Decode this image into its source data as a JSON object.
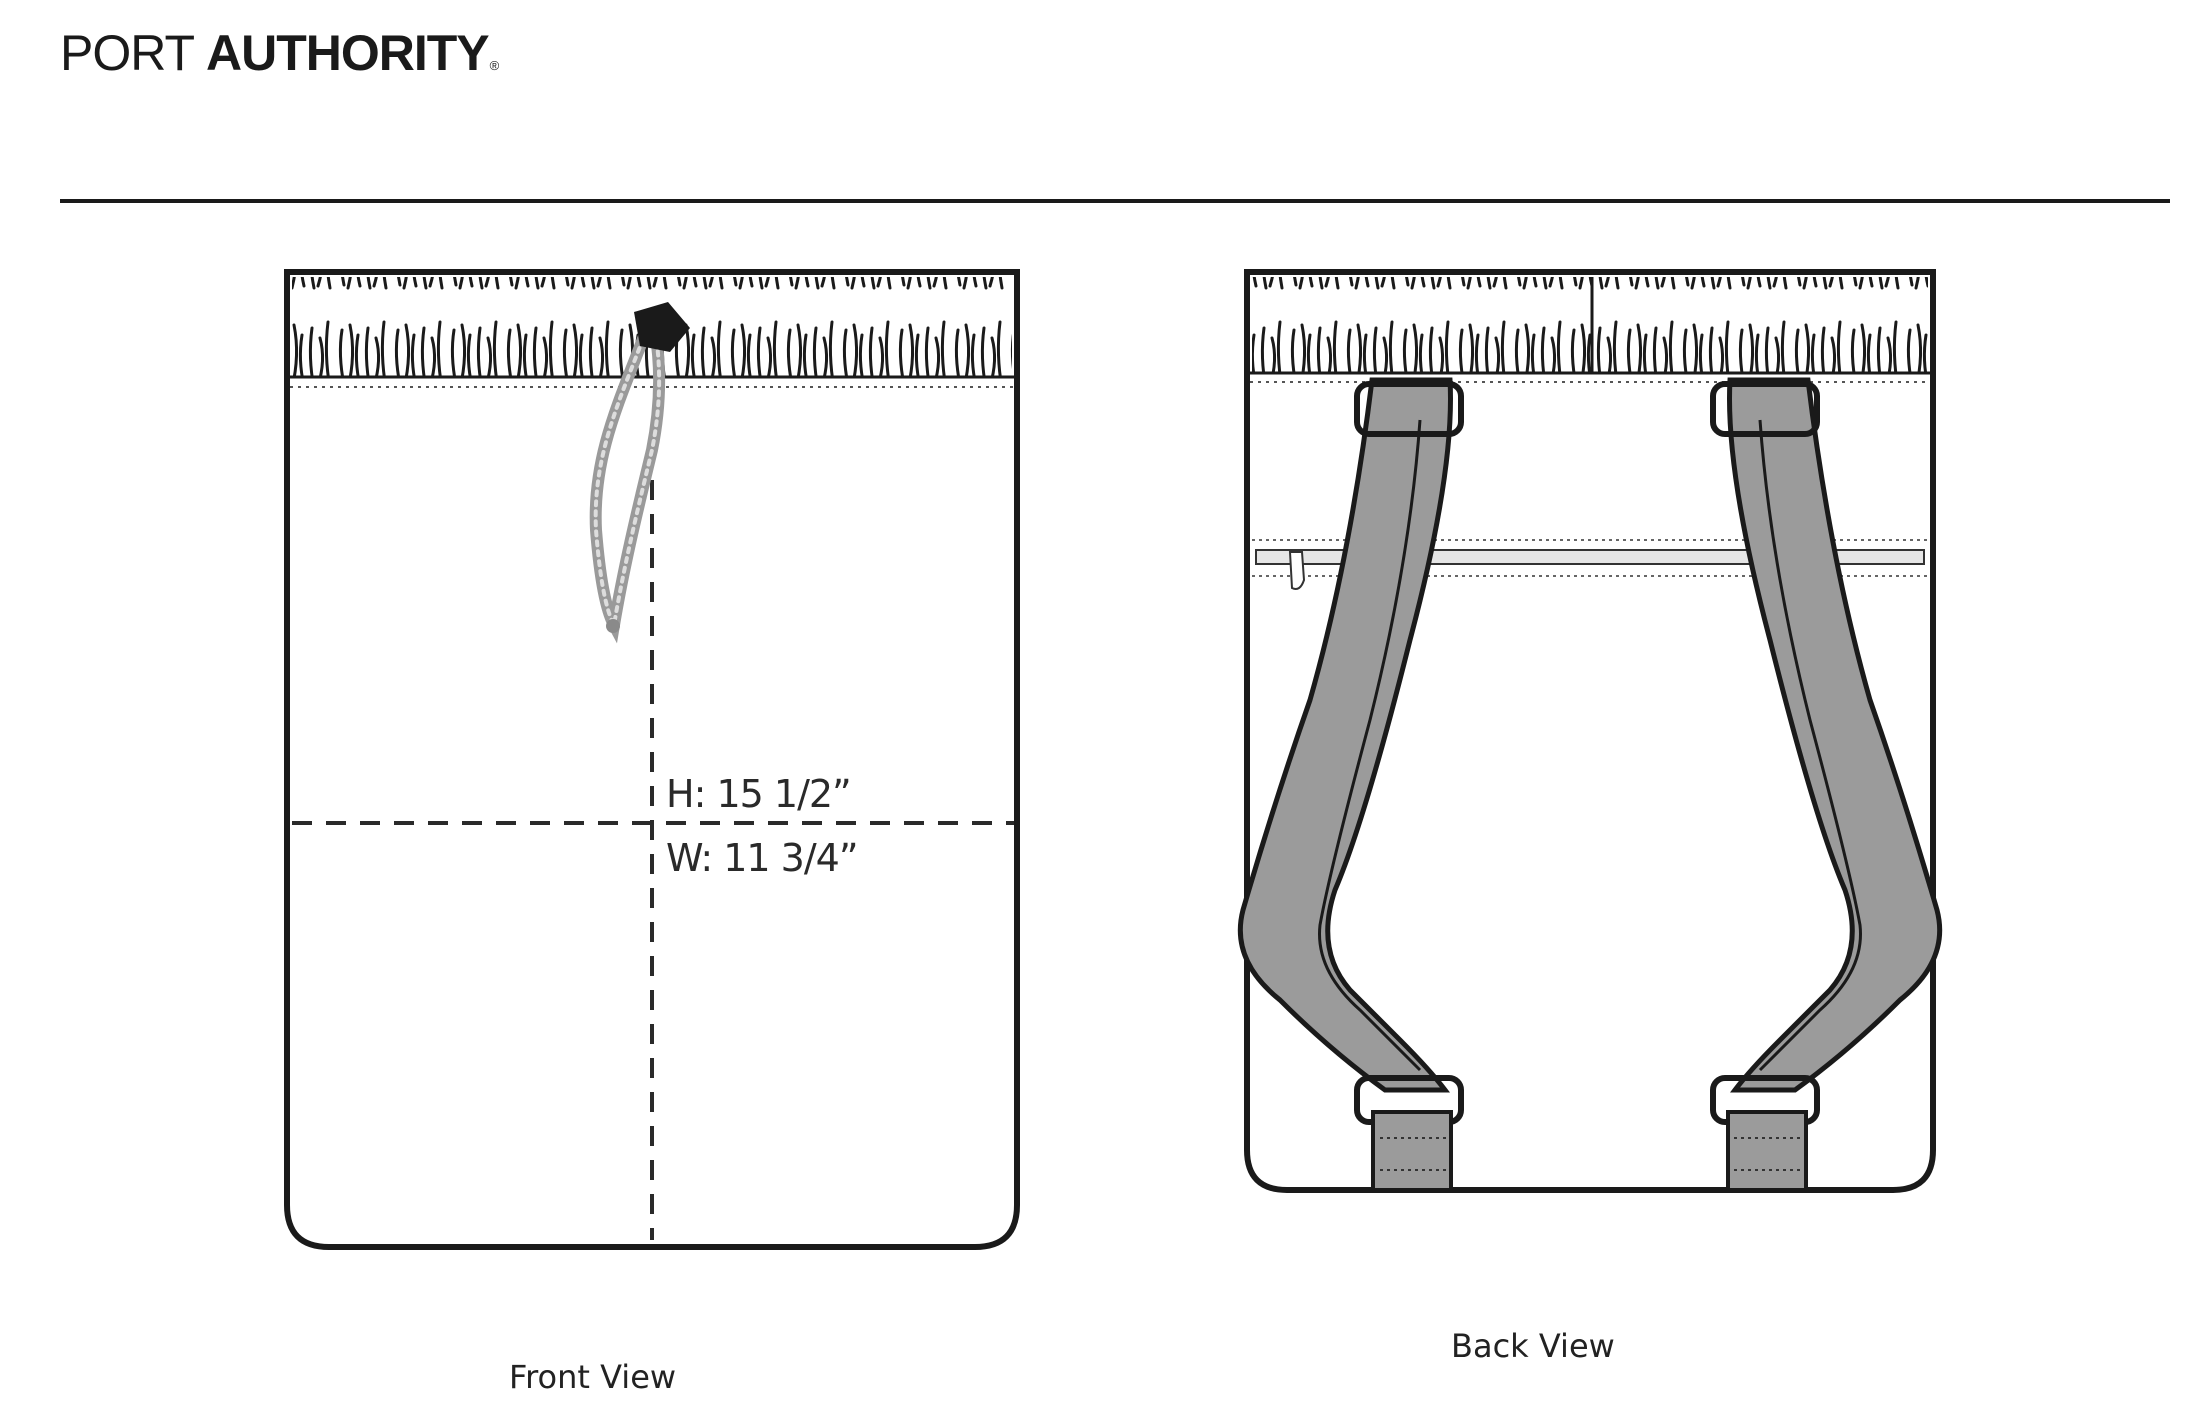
{
  "brand": {
    "word1": "PORT",
    "word2": "AUTHORITY",
    "mark": "®"
  },
  "front": {
    "caption": "Front View",
    "height_label": "H: 15 1/2”",
    "width_label": "W: 11 3/4”",
    "drawstring_icon": "cord-icon"
  },
  "back": {
    "caption": "Back View",
    "strap_color": "#9b9b9b"
  },
  "colors": {
    "outline": "#1a1a1a",
    "strap": "#9b9b9b",
    "cord": "#aaaaaa"
  }
}
